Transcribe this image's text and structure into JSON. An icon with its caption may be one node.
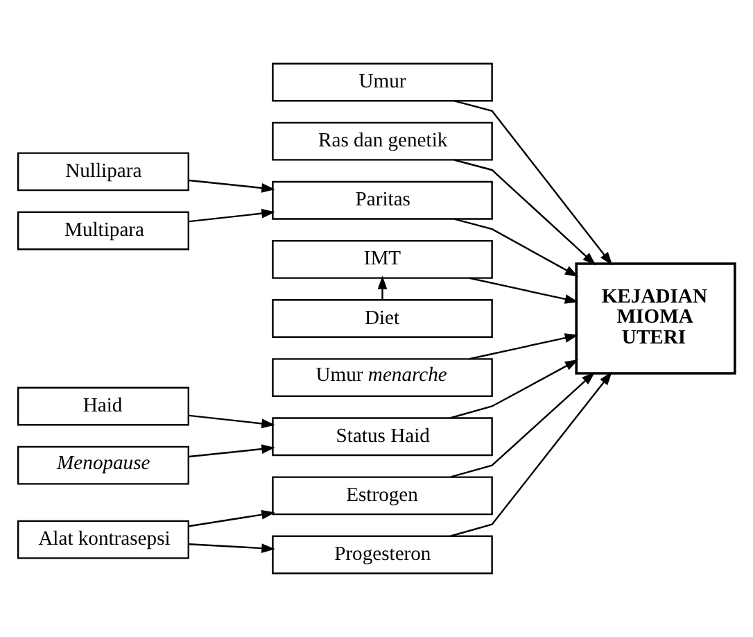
{
  "diagram": {
    "nodes": [
      {
        "text": [
          "Umur"
        ]
      },
      {
        "text": [
          "Ras dan genetik"
        ]
      },
      {
        "text": [
          "Nullipara"
        ]
      },
      {
        "text": [
          "Multipara"
        ]
      },
      {
        "text": [
          "Paritas"
        ]
      },
      {
        "text": [
          "Diet"
        ]
      },
      {
        "text": [
          "IMT"
        ]
      },
      {
        "text": [
          "Umur *menarche*"
        ]
      },
      {
        "text": [
          "Haid"
        ]
      },
      {
        "text": [
          "Menopause"
        ]
      },
      {
        "text": [
          "Status Haid"
        ]
      },
      {
        "text": [
          "Alat kontrasepsi"
        ]
      },
      {
        "text": [
          "Estrogen"
        ]
      },
      {
        "text": [
          "Progesteron"
        ]
      },
      {
        "text": [
          "KEJADIAN MIOMA UTERI"
        ]
      }
    ],
    "edges": [
      {
        "from": 2,
        "to": 4,
        "arrow": "to"
      },
      {
        "from": 3,
        "to": 4,
        "arrow": "to"
      },
      {
        "from": 5,
        "to": 6,
        "arrow": "to"
      },
      {
        "from": 8,
        "to": 10,
        "arrow": "to"
      },
      {
        "from": 9,
        "to": 10,
        "arrow": "to"
      },
      {
        "from": 11,
        "to": 12,
        "arrow": "to"
      },
      {
        "from": 11,
        "to": 13,
        "arrow": "to"
      },
      {
        "from": 0,
        "to": 14,
        "arrow": "to"
      },
      {
        "from": 1,
        "to": 14,
        "arrow": "to"
      },
      {
        "from": 4,
        "to": 14,
        "arrow": "to"
      },
      {
        "from": 6,
        "to": 14,
        "arrow": "to"
      },
      {
        "from": 7,
        "to": 14,
        "arrow": "to"
      },
      {
        "from": 10,
        "to": 14,
        "arrow": "to"
      },
      {
        "from": 12,
        "to": 14,
        "arrow": "to"
      },
      {
        "from": 13,
        "to": 14,
        "arrow": "to"
      }
    ]
  }
}
